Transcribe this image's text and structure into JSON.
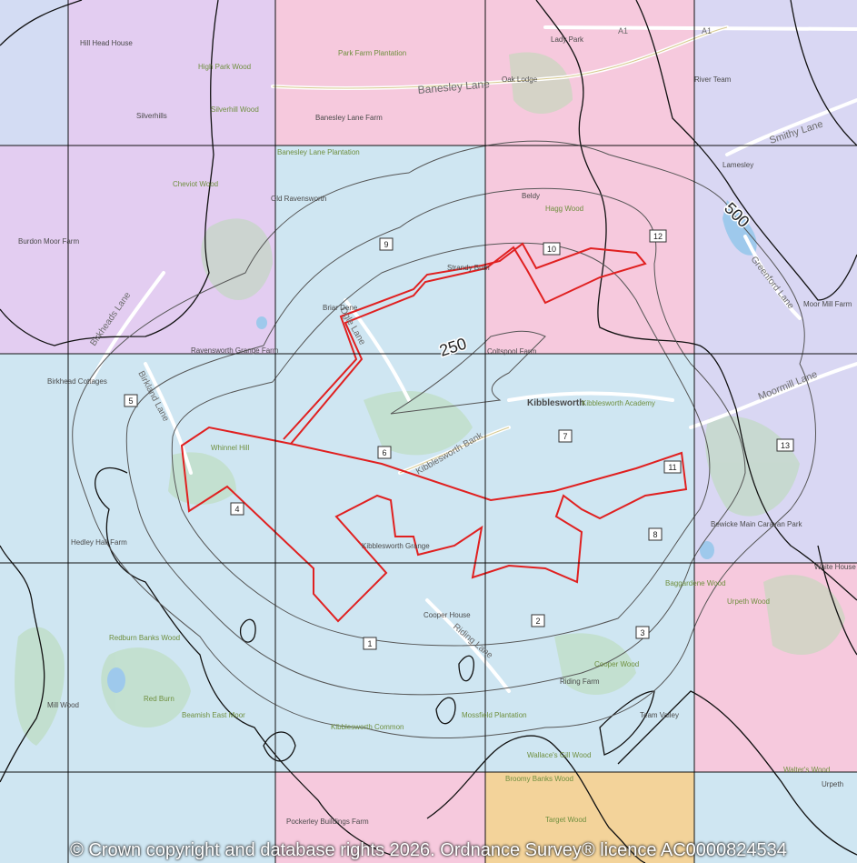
{
  "map": {
    "colors": {
      "zone_pink": "#f6c9dd",
      "zone_purple": "#e3cdf1",
      "zone_blue": "#cfe6f2",
      "zone_lavender": "#d9d7f3",
      "zone_orange": "#f3d39a",
      "site_boundary": "#e02020",
      "buffer_line": "#555555",
      "grid_line": "#111111"
    },
    "grid_numbers": [
      "1",
      "2",
      "3",
      "4",
      "5",
      "6",
      "7",
      "8",
      "9",
      "10",
      "11",
      "12",
      "13"
    ],
    "buffer_labels": [
      "250",
      "500"
    ],
    "roads": [
      "Banesley Lane",
      "Smithy Lane",
      "Birkheads Lane",
      "Birkland Lane",
      "Kibblesworth Bank",
      "Riding Lane",
      "Moormill Lane",
      "Greenford Lane",
      "A1",
      "A1",
      "Ogle Lane"
    ],
    "places": [
      "Hill Head House",
      "High Park Wood",
      "Park Farm Plantation",
      "Lady Park",
      "Oak Lodge",
      "River Team",
      "Silverhills",
      "Silverhill Wood",
      "Banesley Lane Farm",
      "Banesley Lane Plantation",
      "Cheviot Wood",
      "Old Ravensworth",
      "Lamesley",
      "Beldy",
      "Hagg Wood",
      "Burdon Moor Farm",
      "Briar Dene",
      "Strandy Burn",
      "Ravensworth Grange Farm",
      "Coltspool Farm",
      "Birkhead Cottages",
      "Kibblesworth",
      "Kibblesworth Academy",
      "Whinnel Hill",
      "Moor Mill Farm",
      "Kibblesworth Grange",
      "Bewicke Main Caravan Park",
      "Hedley Hall Farm",
      "White House",
      "Baggardene Wood",
      "Urpeth Wood",
      "Cooper House",
      "Redburn Banks Wood",
      "Cooper Wood",
      "Riding Farm",
      "Mill Wood",
      "Red Burn",
      "Beamish East Moor",
      "Kibblesworth Common",
      "Mossfield Plantation",
      "Team Valley",
      "Wallace's Gill Wood",
      "Walter's Wood",
      "Broomy Banks Wood",
      "Urpeth",
      "Target Wood",
      "Pockerley Buildings Farm"
    ]
  },
  "copyright": "© Crown copyright and database rights 2026. Ordnance Survey® licence AC0000824534"
}
